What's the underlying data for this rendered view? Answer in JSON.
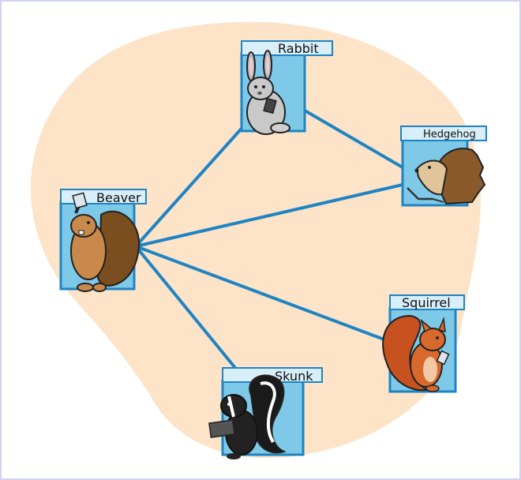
{
  "diagram": {
    "background_color": "#fde3c7",
    "edge_color": "#1f84c3",
    "card_fill": "#7ec8e8",
    "card_border": "#1f84c3",
    "label_fill": "#d8eef9",
    "nodes": [
      {
        "id": "rabbit",
        "label": "Rabbit",
        "icon": "rabbit-icon"
      },
      {
        "id": "hedgehog",
        "label": "Hedgehog",
        "icon": "hedgehog-icon"
      },
      {
        "id": "beaver",
        "label": "Beaver",
        "icon": "beaver-icon"
      },
      {
        "id": "squirrel",
        "label": "Squirrel",
        "icon": "squirrel-icon"
      },
      {
        "id": "skunk",
        "label": "Skunk",
        "icon": "skunk-icon"
      }
    ],
    "edges": [
      {
        "from": "beaver",
        "to": "rabbit"
      },
      {
        "from": "rabbit",
        "to": "hedgehog"
      },
      {
        "from": "beaver",
        "to": "hedgehog"
      },
      {
        "from": "beaver",
        "to": "squirrel"
      },
      {
        "from": "beaver",
        "to": "skunk"
      }
    ]
  }
}
